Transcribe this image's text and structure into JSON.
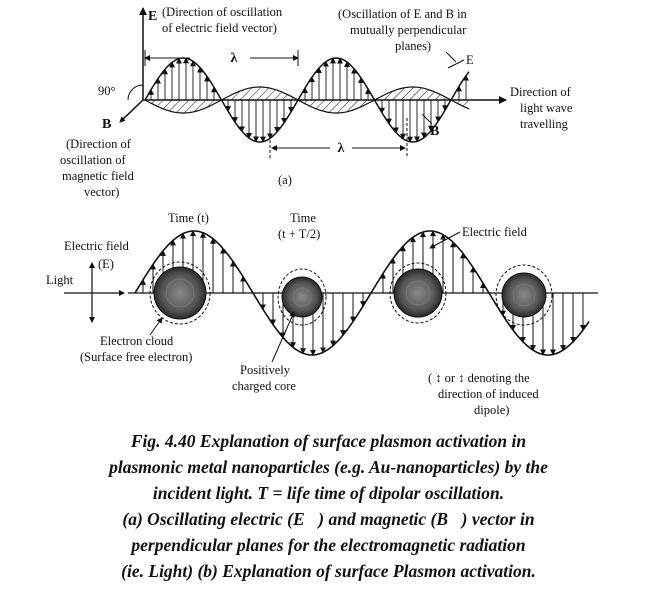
{
  "part_a": {
    "axis_e": "E",
    "e_label_1": "(Direction of oscillation",
    "e_label_2": "of electric field vector)",
    "ob_label_1": "(Oscillation of E and B in",
    "ob_label_2": "mutually perpendicular",
    "ob_label_3": "planes)",
    "e_small": "E",
    "lambda_top": "λ",
    "lambda_bottom": "λ",
    "angle": "90°",
    "b_left": "B",
    "b_right": "B",
    "dir_light_1": "Direction of",
    "dir_light_2": "light wave",
    "dir_light_3": "travelling",
    "mag_1": "(Direction of",
    "mag_2": "oscillation of",
    "mag_3": "magnetic field",
    "mag_4": "vector)",
    "panel": "(a)"
  },
  "part_b": {
    "time_t": "Time (t)",
    "time_t2_1": "Time",
    "time_t2_2": "(t + T/2)",
    "efield_right": "Electric field",
    "efield_left": "Electric field",
    "efield_symbol": "(E)",
    "light": "Light",
    "cloud_1": "Electron cloud",
    "cloud_2": "(Surface free electron)",
    "core_1": "Positively",
    "core_2": "charged core",
    "dipole_1": "( ↕ or ↕ denoting the",
    "dipole_2": "direction of induced",
    "dipole_3": "dipole)"
  },
  "caption": {
    "line1": "Fig. 4.40 Explanation of surface plasmon activation in",
    "line2": "plasmonic metal nanoparticles (e.g. Au-nanoparticles) by the",
    "line3": "incident light. T = life time of dipolar oscillation.",
    "line4": "(a) Oscillating electric (E⃗) and magnetic (B⃗) vector in",
    "line5": "perpendicular planes for the electromagnetic radiation",
    "line6": "(ie. Light) (b) Explanation of surface Plasmon activation."
  }
}
